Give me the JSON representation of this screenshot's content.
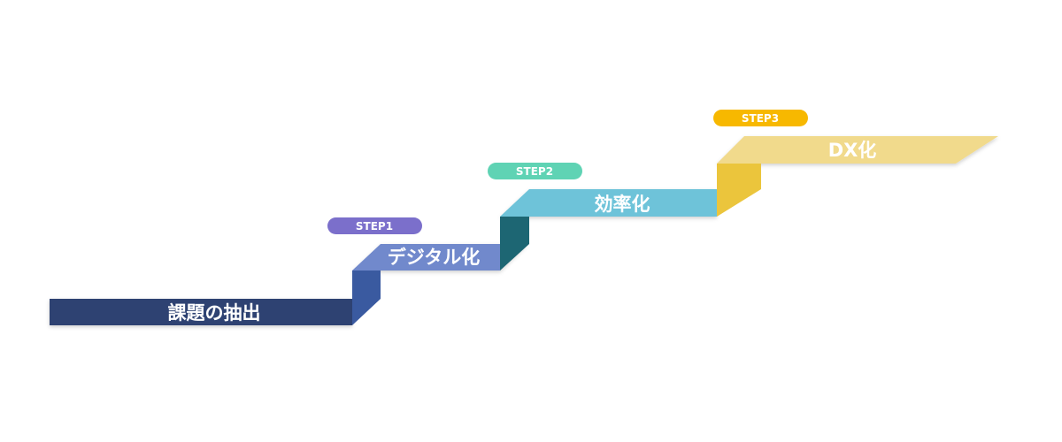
{
  "stages": [
    {
      "label": "課題の抽出",
      "color": "#2f4272"
    },
    {
      "label": "デジタル化",
      "color": "#7189cc"
    },
    {
      "label": "効率化",
      "color": "#6ec3d9"
    },
    {
      "label": "DX化",
      "color": "#f1da8c"
    }
  ],
  "risers": [
    {
      "color": "#3a5aa0"
    },
    {
      "color": "#1d6673"
    },
    {
      "color": "#ebc53c"
    }
  ],
  "steps": [
    {
      "label": "STEP1",
      "color": "#7b6fcb"
    },
    {
      "label": "STEP2",
      "color": "#5fd3b4"
    },
    {
      "label": "STEP3",
      "color": "#f7b800"
    }
  ]
}
